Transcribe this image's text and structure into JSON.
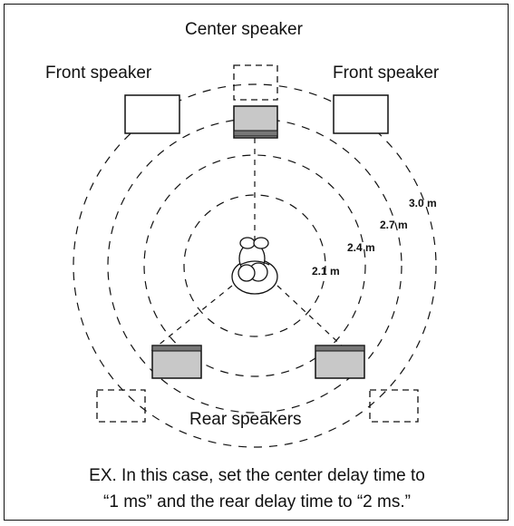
{
  "labels": {
    "center_speaker": "Center speaker",
    "front_speaker_left": "Front speaker",
    "front_speaker_right": "Front speaker",
    "rear_speakers": "Rear speakers"
  },
  "distances": [
    "2.1 m",
    "2.4 m",
    "2.7 m",
    "3.0 m"
  ],
  "caption": {
    "line1": "EX. In this case, set the center delay time to",
    "line2": "“1 ms” and the rear delay time to “2 ms.”"
  },
  "colors": {
    "speaker_fill": "#c8c8c8",
    "speaker_stripe": "#777777",
    "line": "#111111"
  }
}
